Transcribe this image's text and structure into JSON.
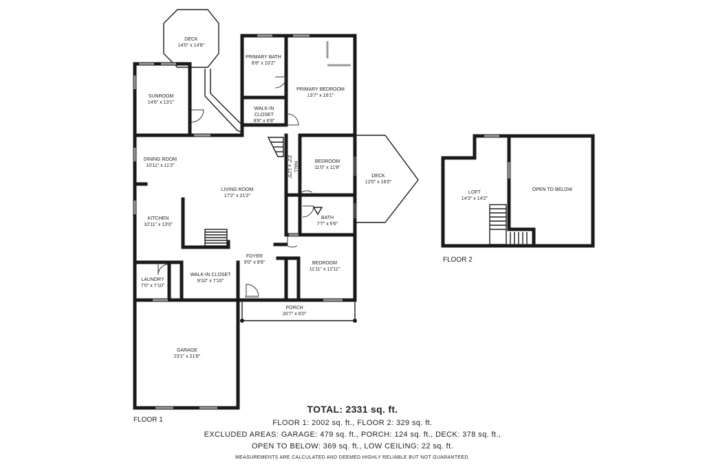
{
  "floor1": {
    "label": "FLOOR 1",
    "rooms": {
      "deck_top": {
        "name": "DECK",
        "dims": "14'0\" x 14'8\""
      },
      "sunroom": {
        "name": "SUNROOM",
        "dims": "14'6\" x 13'1\""
      },
      "primary_bath": {
        "name": "PRIMARY BATH",
        "dims": "8'8\" x 10'2\""
      },
      "primary_bedroom": {
        "name": "PRIMARY BEDROOM",
        "dims": "13'7\" x 16'1\""
      },
      "walkin_closet_primary": {
        "name1": "WALK-IN",
        "name2": "CLOSET",
        "dims": "8'8\" x 6'8\""
      },
      "dining_room": {
        "name": "DINING ROOM",
        "dims": "10'11\" x 11'2\""
      },
      "hall": {
        "name": "HALL",
        "dims": "3'2\" x 12'5\""
      },
      "bedroom1": {
        "name": "BEDROOM",
        "dims": "11'0\" x 11'8\""
      },
      "deck_right": {
        "name": "DECK",
        "dims": "12'0\" x 16'0\""
      },
      "living_room": {
        "name": "LIVING ROOM",
        "dims": "17'2\" x 21'2\""
      },
      "kitchen": {
        "name": "KITCHEN",
        "dims": "10'11\" x 13'0\""
      },
      "bath": {
        "name": "BATH",
        "dims": "7'7\" x 5'6\""
      },
      "foyer": {
        "name": "FOYER",
        "dims": "9'0\" x 8'8\""
      },
      "bedroom2": {
        "name": "BEDROOM",
        "dims": "11'11\" x 12'11\""
      },
      "laundry": {
        "name": "LAUNDRY",
        "dims": "7'0\" x 7'10\""
      },
      "walkin_closet": {
        "name": "WALK-IN CLOSET",
        "dims": "9'10\" x 7'10\""
      },
      "porch": {
        "name": "PORCH",
        "dims": "20'7\" x 6'0\""
      },
      "garage": {
        "name": "GARAGE",
        "dims": "23'1\" x 21'8\""
      }
    }
  },
  "floor2": {
    "label": "FLOOR 2",
    "rooms": {
      "loft": {
        "name": "LOFT",
        "dims": "14'3\" x 14'2\""
      },
      "open_to_below": {
        "name": "OPEN TO BELOW"
      }
    }
  },
  "summary": {
    "total": "TOTAL: 2331 sq. ft.",
    "line1": "FLOOR 1: 2002 sq. ft., FLOOR 2: 329 sq. ft.",
    "line2": "EXCLUDED AREAS: GARAGE: 479 sq. ft., PORCH: 124 sq. ft., DECK: 378 sq. ft.,",
    "line3": "OPEN TO BELOW: 369 sq. ft., LOW CEILING: 22 sq. ft.",
    "note": "MEASUREMENTS ARE CALCULATED AND DEEMED HIGHLY RELIABLE BUT NOT GUARANTEED."
  }
}
